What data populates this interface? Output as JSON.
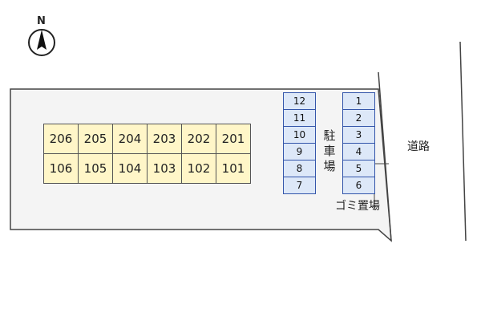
{
  "compass": {
    "label": "N",
    "icon": "north-arrow-icon"
  },
  "building": {
    "upper_floor": [
      "206",
      "205",
      "204",
      "203",
      "202",
      "201"
    ],
    "lower_floor": [
      "106",
      "105",
      "104",
      "103",
      "102",
      "101"
    ]
  },
  "parking": {
    "label": "駐車場",
    "left_column": [
      "12",
      "11",
      "10",
      "9",
      "8",
      "7"
    ],
    "right_column": [
      "1",
      "2",
      "3",
      "4",
      "5",
      "6"
    ]
  },
  "garbage_label": "ゴミ置場",
  "road_label": "道路",
  "colors": {
    "unit_fill": "#fff6c8",
    "parking_fill": "#dde8f8",
    "parking_border": "#3355aa",
    "lot_fill": "#f4f4f4"
  }
}
